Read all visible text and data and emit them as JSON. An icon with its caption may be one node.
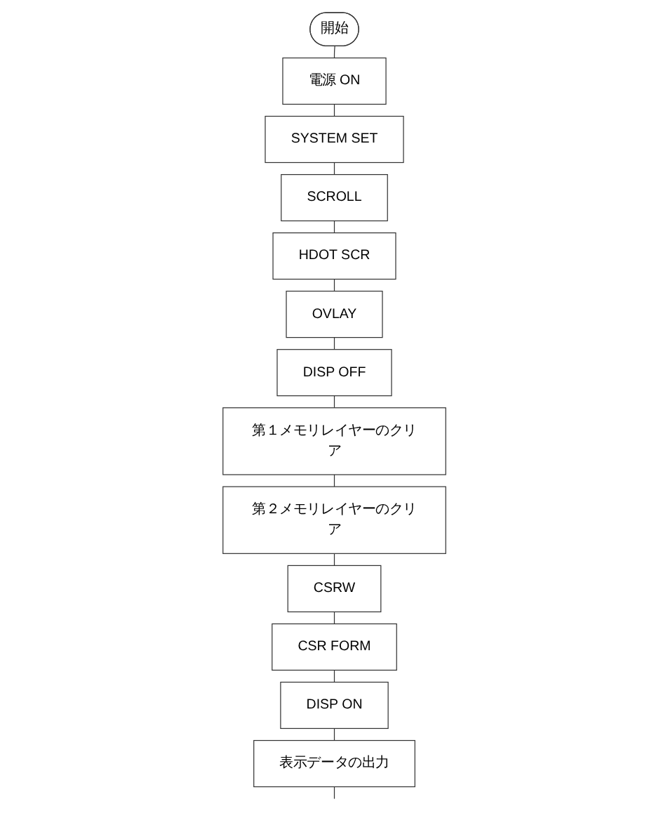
{
  "diagram": {
    "nodes": [
      {
        "text": [
          "開始"
        ]
      },
      {
        "text": [
          "電源 ON"
        ]
      },
      {
        "text": [
          "SYSTEM SET"
        ]
      },
      {
        "text": [
          "SCROLL"
        ]
      },
      {
        "text": [
          "HDOT SCR"
        ]
      },
      {
        "text": [
          "OVLAY"
        ]
      },
      {
        "text": [
          "DISP OFF"
        ]
      },
      {
        "text": [
          "第１メモリレイヤーのクリア"
        ]
      },
      {
        "text": [
          "第２メモリレイヤーのクリア"
        ]
      },
      {
        "text": [
          "CSRW"
        ]
      },
      {
        "text": [
          "CSR FORM"
        ]
      },
      {
        "text": [
          "DISP ON"
        ]
      },
      {
        "text": [
          "表示データの出力"
        ]
      }
    ],
    "edges": [
      {
        "from": 0,
        "to": 1,
        "arrow": "none"
      },
      {
        "from": 1,
        "to": 2,
        "arrow": "none"
      },
      {
        "from": 2,
        "to": 3,
        "arrow": "none"
      },
      {
        "from": 3,
        "to": 4,
        "arrow": "none"
      },
      {
        "from": 4,
        "to": 5,
        "arrow": "none"
      },
      {
        "from": 5,
        "to": 6,
        "arrow": "none"
      },
      {
        "from": 6,
        "to": 7,
        "arrow": "none"
      },
      {
        "from": 7,
        "to": 8,
        "arrow": "none"
      },
      {
        "from": 8,
        "to": 9,
        "arrow": "none"
      },
      {
        "from": 9,
        "to": 10,
        "arrow": "none"
      },
      {
        "from": 10,
        "to": 11,
        "arrow": "none"
      },
      {
        "from": 11,
        "to": 12,
        "arrow": "none"
      },
      {
        "from": 12,
        "to": null,
        "arrow": "none"
      }
    ]
  }
}
